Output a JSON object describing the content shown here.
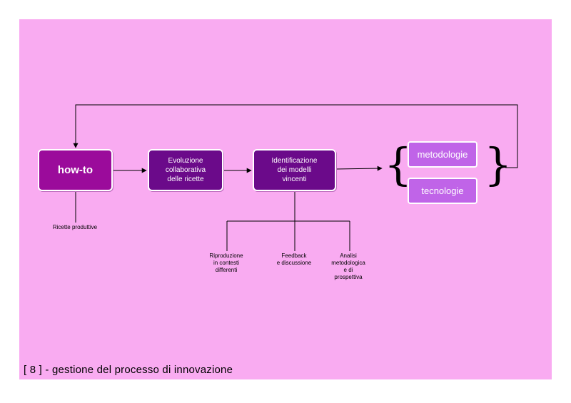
{
  "nodes": {
    "howto": "how-to",
    "evoluzione": "Evoluzione\ncollaborativa\ndelle ricette",
    "identificazione": "Identificazione\ndei modelli\nvincenti",
    "metodologie": "metodologie",
    "tecnologie": "tecnologie"
  },
  "labels": {
    "ricette_produttive": "Ricette produttive",
    "riproduzione": "Riproduzione\nin contesti\ndifferenti",
    "feedback": "Feedback\ne discussione",
    "analisi": "Analisi\nmetodologica\ne di\nprospettiva"
  },
  "braces": {
    "left": "{",
    "right": "}"
  },
  "footer": "[ 8 ] - gestione del processo di innovazione",
  "colors": {
    "background": "#f9abf1",
    "howto_box": "#9b0b9b",
    "process_box": "#6b0a8a",
    "pill": "#c064e8"
  }
}
